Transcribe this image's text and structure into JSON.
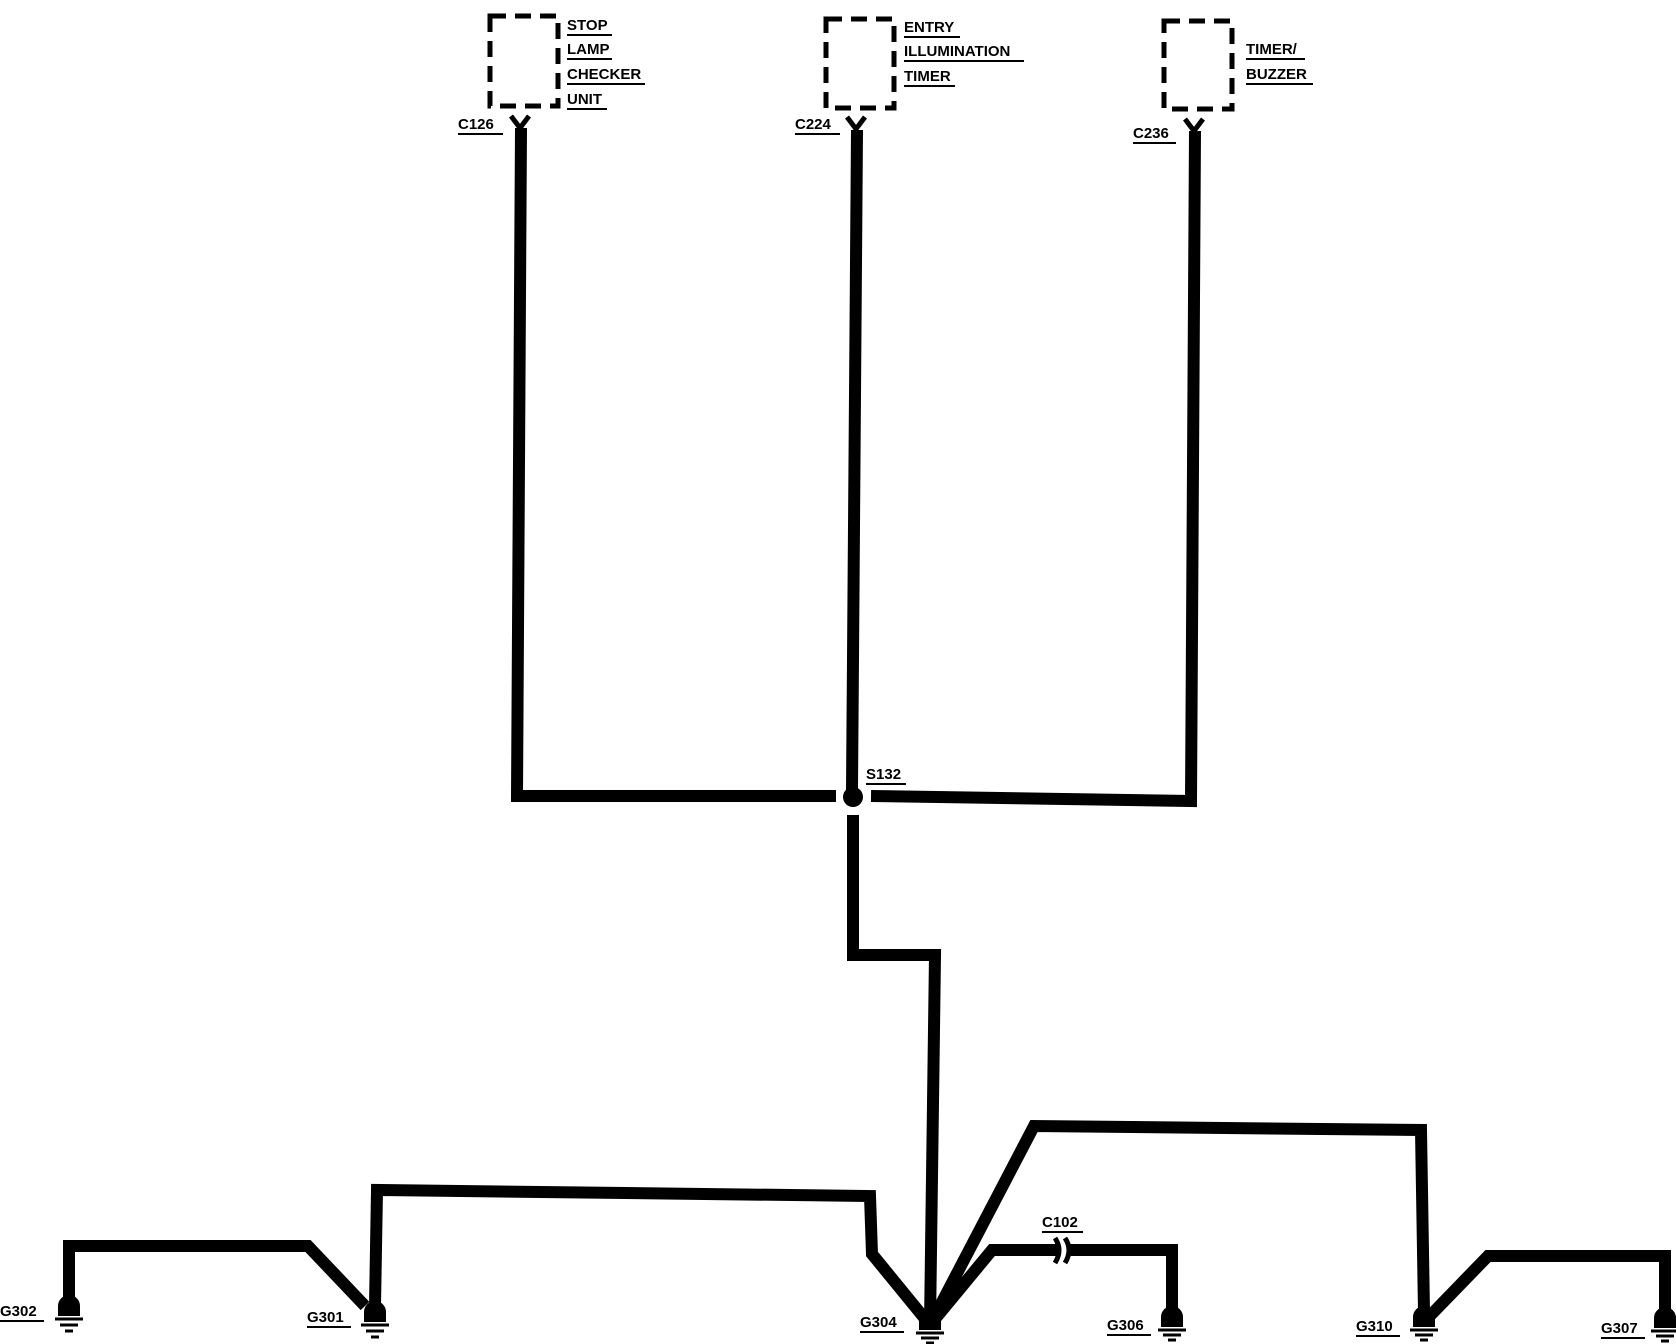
{
  "components": [
    {
      "id": "stop-lamp-checker-unit",
      "lines": [
        "STOP",
        "LAMP",
        "CHECKER",
        "UNIT"
      ],
      "connector": "C126"
    },
    {
      "id": "entry-illumination-timer",
      "lines": [
        "ENTRY",
        "ILLUMINATION",
        "TIMER"
      ],
      "connector": "C224"
    },
    {
      "id": "timer-buzzer",
      "lines": [
        "TIMER/",
        "BUZZER"
      ],
      "connector": "C236"
    }
  ],
  "splice": "S132",
  "inline_connector": "C102",
  "grounds": [
    "G302",
    "G301",
    "G304",
    "G306",
    "G310",
    "G307"
  ],
  "colors": {
    "wire": "#000000",
    "background": "#ffffff"
  }
}
